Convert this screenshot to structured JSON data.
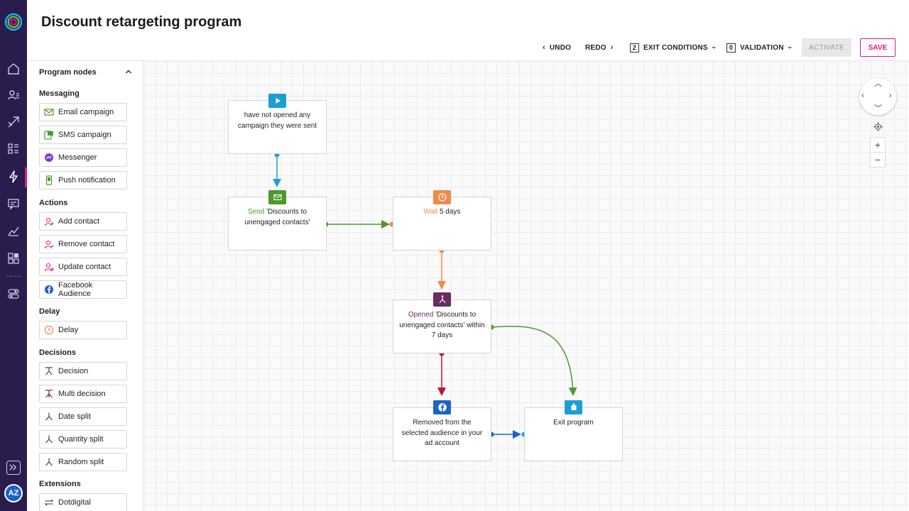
{
  "header": {
    "title": "Discount retargeting program",
    "undo_label": "UNDO",
    "redo_label": "REDO",
    "exit_conditions_count": "2",
    "exit_conditions_label": "EXIT CONDITIONS",
    "validation_count": "0",
    "validation_label": "VALIDATION",
    "activate_label": "ACTIVATE",
    "save_label": "SAVE"
  },
  "rail": {
    "avatar_initials": "AZ"
  },
  "panel": {
    "heading": "Program nodes",
    "sections": {
      "messaging": "Messaging",
      "actions": "Actions",
      "delay": "Delay",
      "decisions": "Decisions",
      "extensions": "Extensions"
    },
    "items": {
      "email": "Email campaign",
      "sms": "SMS campaign",
      "messenger": "Messenger",
      "push": "Push notification",
      "add_contact": "Add contact",
      "remove_contact": "Remove contact",
      "update_contact": "Update contact",
      "facebook": "Facebook Audience",
      "delay": "Delay",
      "decision": "Decision",
      "multi_decision": "Multi decision",
      "date_split": "Date split",
      "quantity_split": "Quantity split",
      "random_split": "Random split",
      "dotdigital": "Dotdigital"
    }
  },
  "canvas": {
    "start": {
      "text": "have not opened any campaign they were sent"
    },
    "send": {
      "verb": "Send",
      "text": " 'Discounts to unengaged contacts'"
    },
    "wait": {
      "verb": "Wait",
      "text": " 5 days"
    },
    "decision": {
      "verb": "Opened",
      "text": " 'Discounts to unengaged contacts' within 7 days"
    },
    "removed": {
      "text": "Removed from the selected audience in your ad account"
    },
    "exit": {
      "text": "Exit program"
    }
  },
  "colors": {
    "rail_bg": "#2a1d4e",
    "accent": "#e0177f",
    "start": "#1a9fd5",
    "send": "#4a9a2c",
    "wait": "#f08a47",
    "decision": "#6b2a64",
    "removed": "#1a63c9",
    "exit": "#1a9fd5",
    "false_path": "#b31b2e"
  },
  "icons": {
    "start": "play-icon",
    "send": "envelope-icon",
    "wait": "clock-icon",
    "decision": "split-icon",
    "removed": "facebook-icon",
    "exit": "exit-icon"
  }
}
